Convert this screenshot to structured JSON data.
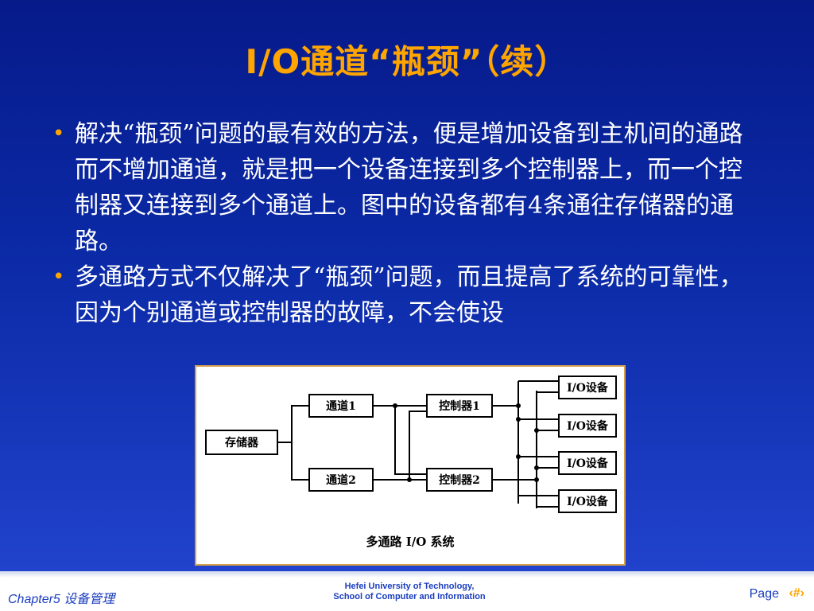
{
  "slide": {
    "title": "I/O通道“瓶颈”（续）",
    "bullets": [
      {
        "text": "解决“瓶颈”问题的最有效的方法，便是增加设备到主机间的通路而不增加通道，就是把一个设备连接到多个控制器上，而一个控制器又连接到多个通道上。图中的设备都有4条通往存储器的通路。"
      },
      {
        "text": "多通路方式不仅解决了“瓶颈”问题，而且提高了系统的可靠性，因为个别通道或控制器的故障，不会使设"
      }
    ],
    "bullet_symbol": "•"
  },
  "diagram": {
    "memory": "存储器",
    "channels": [
      "通道1",
      "通道2"
    ],
    "controllers": [
      "控制器1",
      "控制器2"
    ],
    "devices": [
      "I/O设备",
      "I/O设备",
      "I/O设备",
      "I/O设备"
    ],
    "caption": "多通路 I/O 系统"
  },
  "footer": {
    "chapter": "Chapter5 设备管理",
    "university_line1": "Hefei University of Technology,",
    "university_line2": "School of Computer and Information",
    "page_label": "Page",
    "page_number": "‹#›"
  },
  "colors": {
    "title": "#ffa500",
    "bullet": "#ffa500",
    "footer_text": "#1a3dbf"
  }
}
